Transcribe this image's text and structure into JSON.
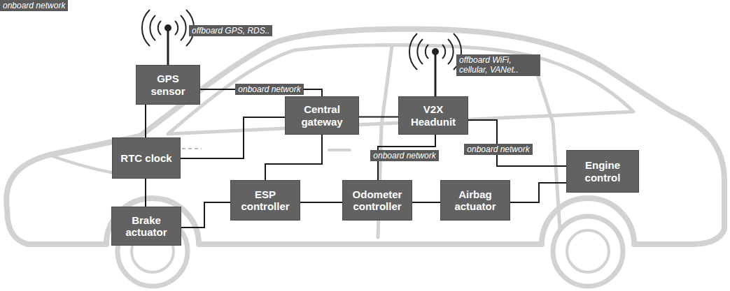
{
  "diagram": {
    "nodes": [
      {
        "text": [
          "GPS sensor"
        ]
      },
      {
        "text": [
          "Central gateway"
        ]
      },
      {
        "text": [
          "V2X Headunit"
        ]
      },
      {
        "text": [
          "RTC clock"
        ]
      },
      {
        "text": [
          "Engine control"
        ]
      },
      {
        "text": [
          "ESP controller"
        ]
      },
      {
        "text": [
          "Odometer controller"
        ]
      },
      {
        "text": [
          "Airbag actuator"
        ]
      },
      {
        "text": [
          "Brake actuator"
        ]
      }
    ],
    "edges": [
      {
        "from": 0,
        "to": 1,
        "arrow": "none",
        "label": "onboard network"
      },
      {
        "from": 0,
        "to": 3,
        "arrow": "none"
      },
      {
        "from": 3,
        "to": 1,
        "arrow": "none",
        "label": "onboard network"
      },
      {
        "from": 1,
        "to": 2,
        "arrow": "none"
      },
      {
        "from": 1,
        "to": 5,
        "arrow": "none"
      },
      {
        "from": 3,
        "to": 8,
        "arrow": "none"
      },
      {
        "from": 8,
        "to": 5,
        "arrow": "none"
      },
      {
        "from": 5,
        "to": 6,
        "arrow": "none"
      },
      {
        "from": 6,
        "to": 7,
        "arrow": "none"
      },
      {
        "from": 7,
        "to": 4,
        "arrow": "none"
      },
      {
        "from": 2,
        "to": 6,
        "arrow": "none",
        "label": "onboard network"
      },
      {
        "from": 2,
        "to": 4,
        "arrow": "none",
        "label": "onboard network"
      }
    ],
    "labels": [
      "offboard GPS, RDS..",
      "offboard WiFi, cellular, VANet.."
    ]
  }
}
